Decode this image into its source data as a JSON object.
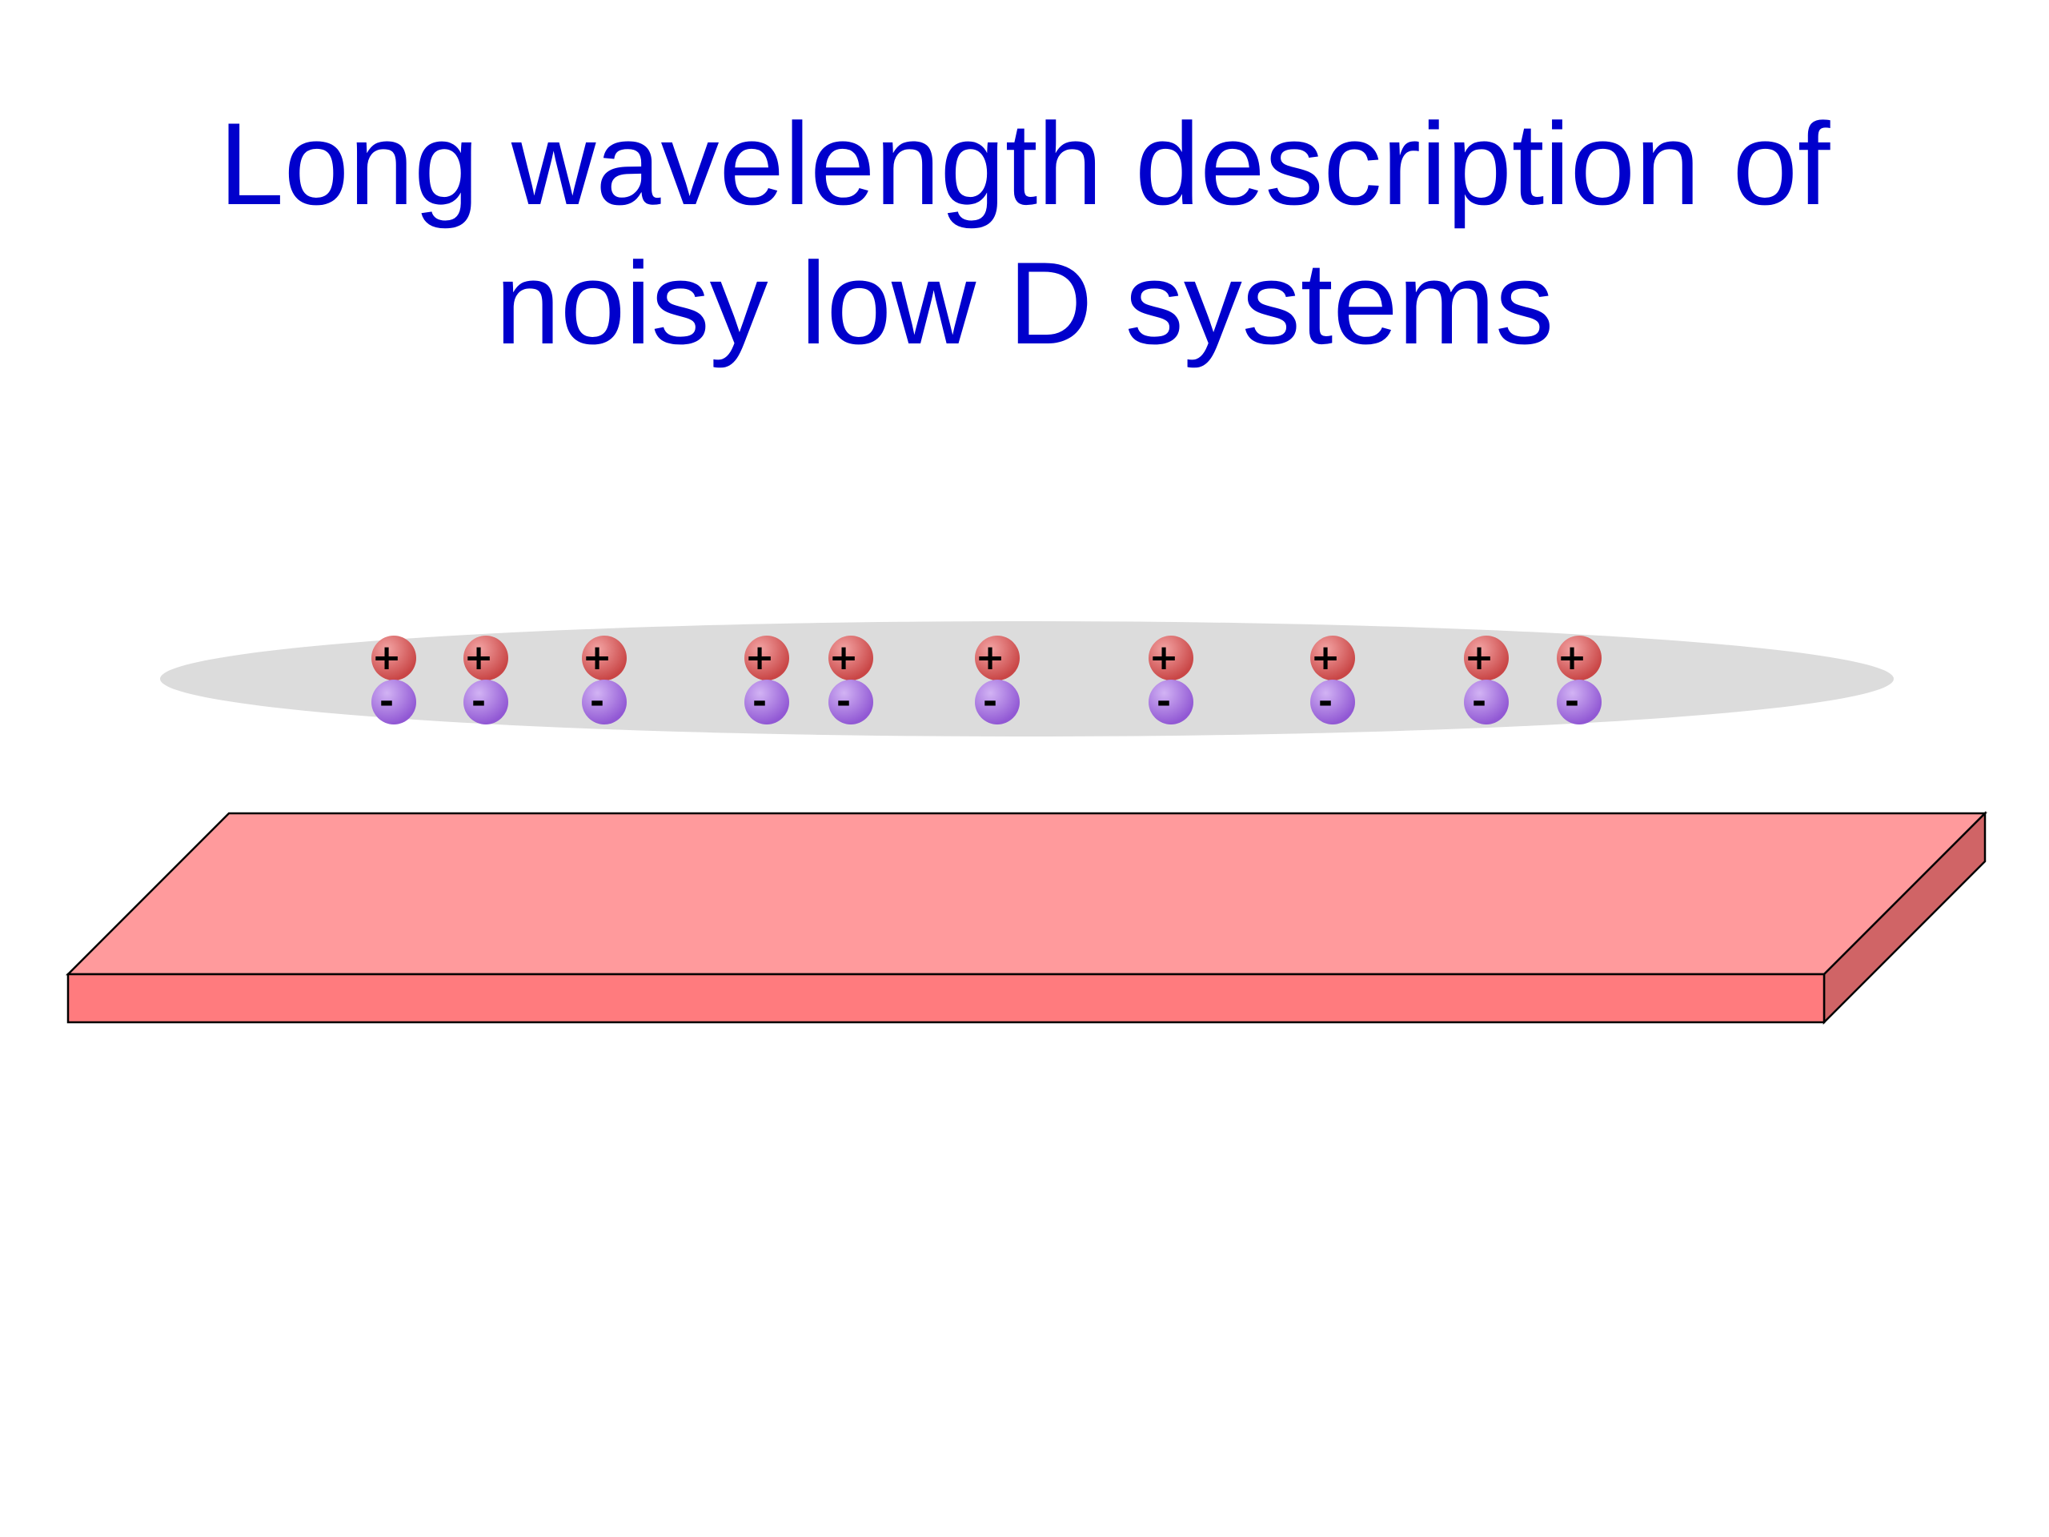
{
  "title": {
    "line1": "Long wavelength description of",
    "line2": "noisy low D systems"
  },
  "dipoles": {
    "count": 10,
    "positive_sign": "+",
    "negative_sign": "-"
  },
  "colors": {
    "title": "#0000cc",
    "cloud": "#dcdcdc",
    "positive_charge": "#d85a5a",
    "negative_charge": "#a46ee0",
    "slab_top": "#ff9a9c",
    "slab_front": "#ff7b7e",
    "slab_side": "#d06466"
  }
}
